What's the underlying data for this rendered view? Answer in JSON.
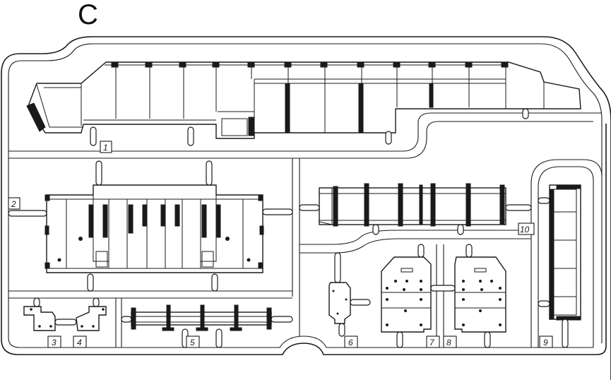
{
  "sheet": {
    "letter": "C"
  },
  "parts": [
    {
      "id": "part-1",
      "number": "1"
    },
    {
      "id": "part-2",
      "number": "2"
    },
    {
      "id": "part-3",
      "number": "3"
    },
    {
      "id": "part-4",
      "number": "4"
    },
    {
      "id": "part-5",
      "number": "5"
    },
    {
      "id": "part-6",
      "number": "6"
    },
    {
      "id": "part-7",
      "number": "7"
    },
    {
      "id": "part-8",
      "number": "8"
    },
    {
      "id": "part-9",
      "number": "9"
    },
    {
      "id": "part-10",
      "number": "10"
    }
  ]
}
